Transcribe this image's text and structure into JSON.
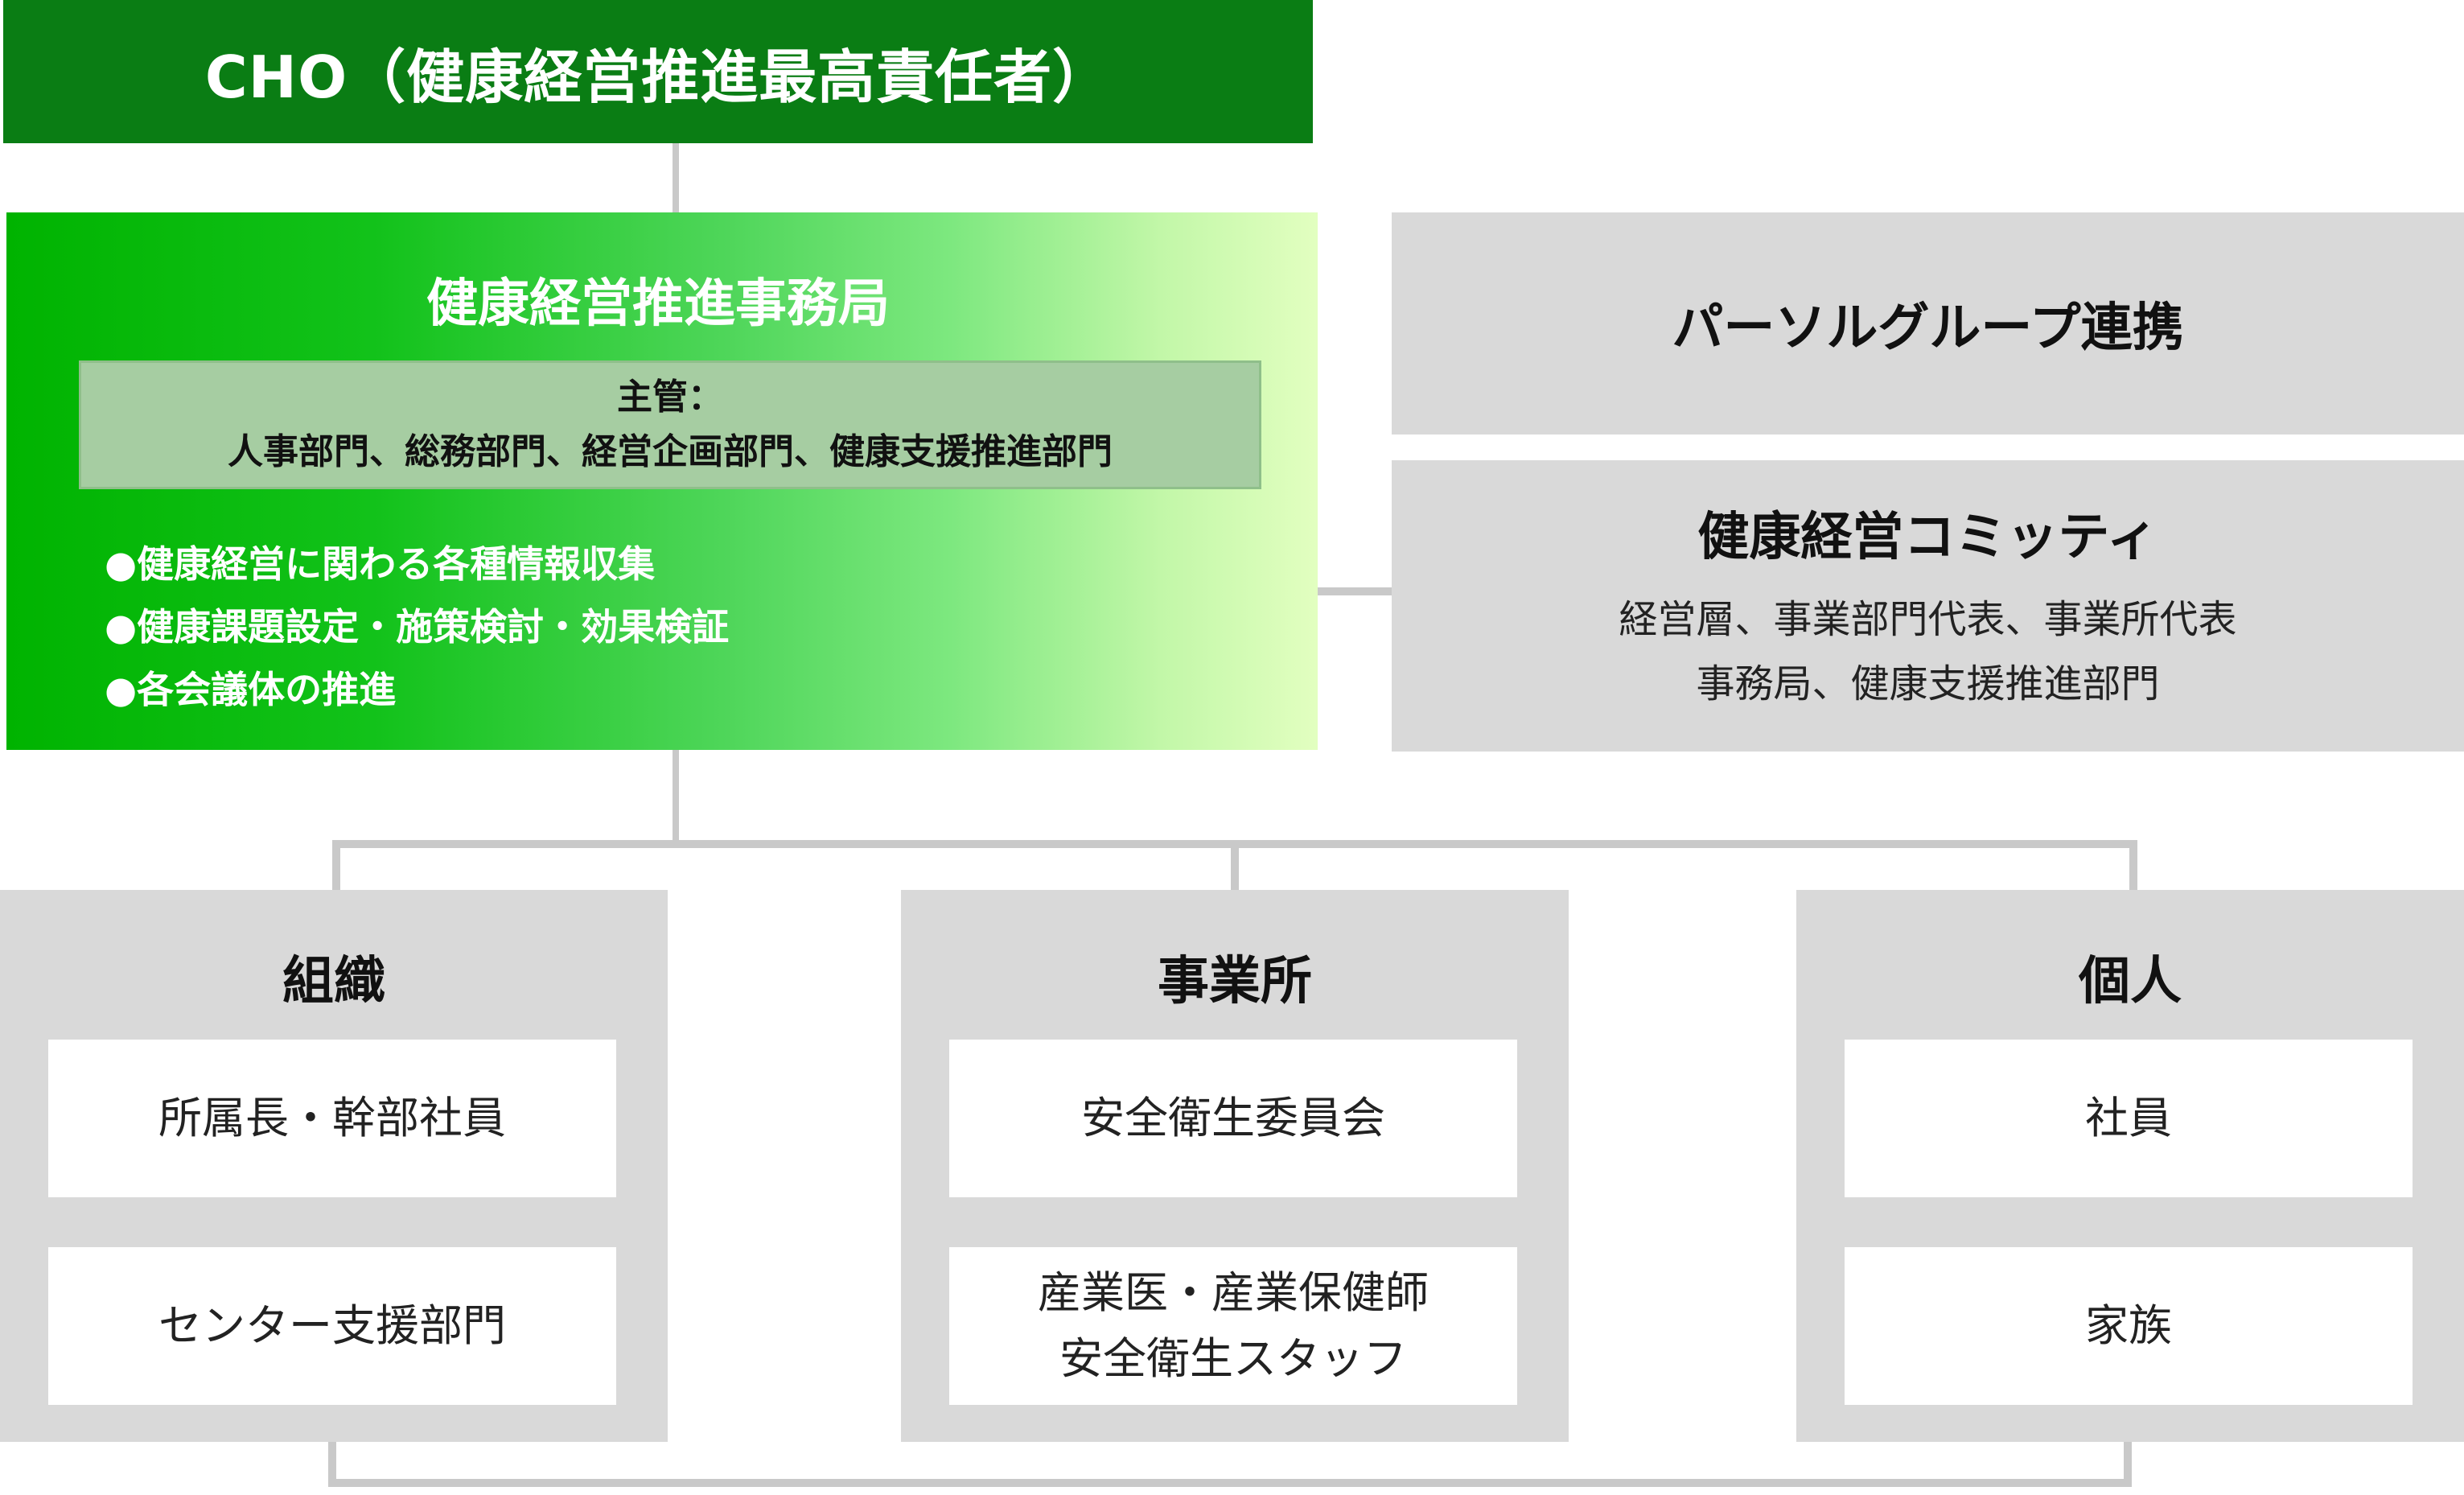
{
  "cho": {
    "label": "CHO（健康経営推進最高責任者）"
  },
  "office": {
    "title": "健康経営推進事務局",
    "supervisor_label": "主管：",
    "supervisor_depts": "人事部門、総務部門、経営企画部門、健康支援推進部門",
    "bullets": [
      "●健康経営に関わる各種情報収集",
      "●健康課題設定・施策検討・効果検証",
      "●各会議体の推進"
    ]
  },
  "persol": {
    "label": "パーソルグループ連携"
  },
  "committee": {
    "title": "健康経営コミッティ",
    "members": [
      "経営層、事業部門代表、事業所代表",
      "事務局、健康支援推進部門"
    ]
  },
  "groups": [
    {
      "title": "組織",
      "cards": [
        [
          "所属長・幹部社員"
        ],
        [
          "センター支援部門"
        ]
      ]
    },
    {
      "title": "事業所",
      "cards": [
        [
          "安全衛生委員会"
        ],
        [
          "産業医・産業保健師",
          "安全衛生スタッフ"
        ]
      ]
    },
    {
      "title": "個人",
      "cards": [
        [
          "社員"
        ],
        [
          "家族"
        ]
      ]
    }
  ],
  "colors": {
    "cho_bg": "#0a7d14",
    "office_gradient_start": "#00b300",
    "office_gradient_end": "#e2ffc0",
    "gray_box": "#d9d9d9",
    "connector": "#c9c9c9"
  }
}
